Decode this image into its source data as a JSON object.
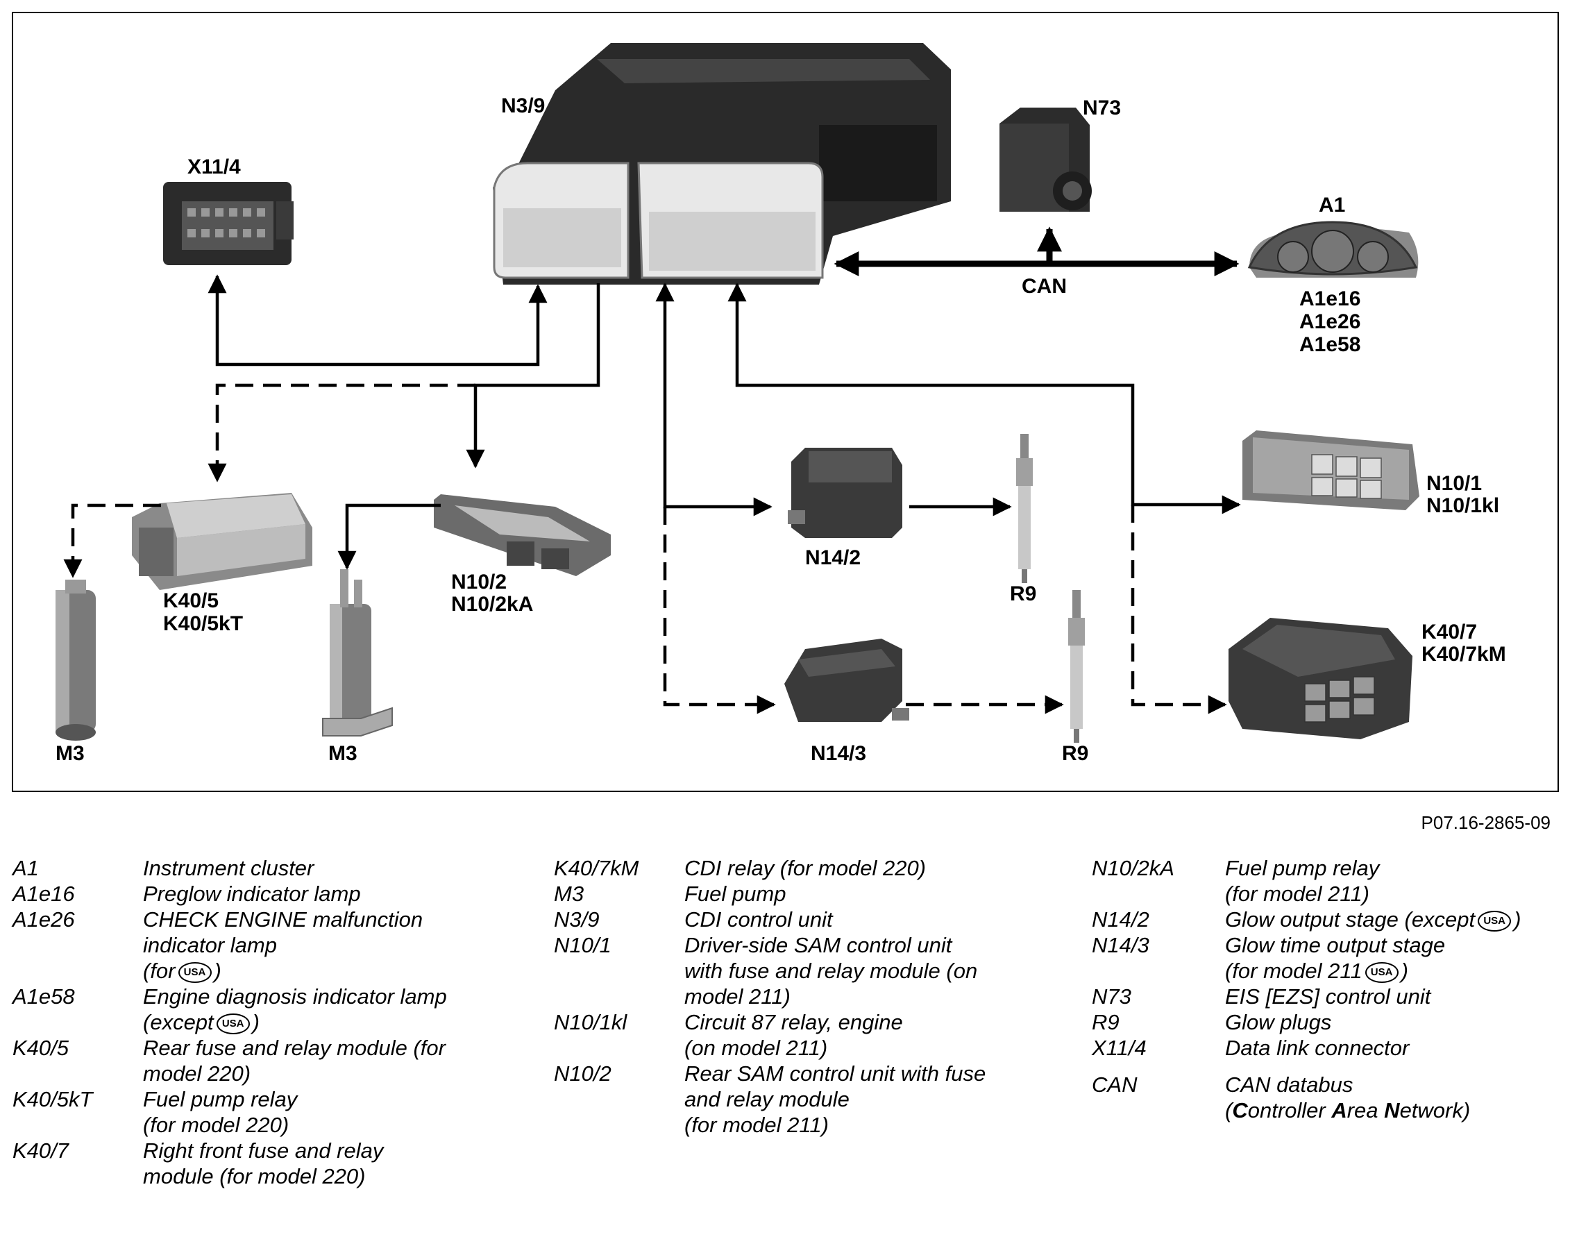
{
  "diagram": {
    "components": {
      "n3_9": "N3/9",
      "x11_4": "X11/4",
      "n73": "N73",
      "a1": "A1",
      "a1_lamps": [
        "A1e16",
        "A1e26",
        "A1e58"
      ],
      "can": "CAN",
      "k40_5": [
        "K40/5",
        "K40/5kT"
      ],
      "n10_2": [
        "N10/2",
        "N10/2kA"
      ],
      "m3_left": "M3",
      "m3_mid": "M3",
      "n14_2": "N14/2",
      "r9_top": "R9",
      "n14_3": "N14/3",
      "r9_bottom": "R9",
      "n10_1": [
        "N10/1",
        "N10/1kl"
      ],
      "k40_7": [
        "K40/7",
        "K40/7kM"
      ]
    },
    "figure_id": "P07.16-2865-09"
  },
  "legend": {
    "usa_badge": "USA",
    "columns": [
      [
        {
          "code": "A1",
          "desc": "Instrument cluster"
        },
        {
          "code": "A1e16",
          "desc": "Preglow indicator lamp"
        },
        {
          "code": "A1e26",
          "desc": "CHECK ENGINE malfunction\nindicator lamp",
          "tail_pre": "(for",
          "tail_post": ")"
        },
        {
          "code": "A1e58",
          "desc": "Engine diagnosis indicator lamp",
          "tail_pre": "(except",
          "tail_post": ")"
        },
        {
          "code": "K40/5",
          "desc": "Rear fuse and relay module (for\nmodel 220)"
        },
        {
          "code": "K40/5kT",
          "desc": "Fuel pump relay\n(for model 220)"
        },
        {
          "code": "K40/7",
          "desc": "Right front fuse and relay\nmodule (for model 220)"
        }
      ],
      [
        {
          "code": "K40/7kM",
          "desc": "CDI relay (for model 220)"
        },
        {
          "code": "M3",
          "desc": "Fuel pump"
        },
        {
          "code": "N3/9",
          "desc": "CDI control unit"
        },
        {
          "code": "N10/1",
          "desc": "Driver-side SAM control unit\nwith fuse and relay module (on\nmodel 211)"
        },
        {
          "code": "N10/1kl",
          "desc": "Circuit 87 relay, engine\n(on model 211)"
        },
        {
          "code": "N10/2",
          "desc": "Rear SAM control unit with fuse\nand relay module\n(for model 211)"
        }
      ],
      [
        {
          "code": "N10/2kA",
          "desc": "Fuel pump relay\n(for model 211)"
        },
        {
          "code": "N14/2",
          "desc": "",
          "tail_pre": "Glow output stage (except",
          "tail_post": ")"
        },
        {
          "code": "N14/3",
          "desc": "Glow time output stage",
          "tail_pre": "(for model 211",
          "tail_post": ")"
        },
        {
          "code": "N73",
          "desc": "EIS [EZS] control unit"
        },
        {
          "code": "R9",
          "desc": "Glow plugs"
        },
        {
          "code": "X11/4",
          "desc": "Data link connector"
        },
        {
          "gap": true
        },
        {
          "code": "CAN",
          "desc": "CAN databus",
          "can_words": [
            "C",
            "ontroller",
            "A",
            "rea",
            "N",
            "etwork"
          ]
        }
      ]
    ]
  }
}
